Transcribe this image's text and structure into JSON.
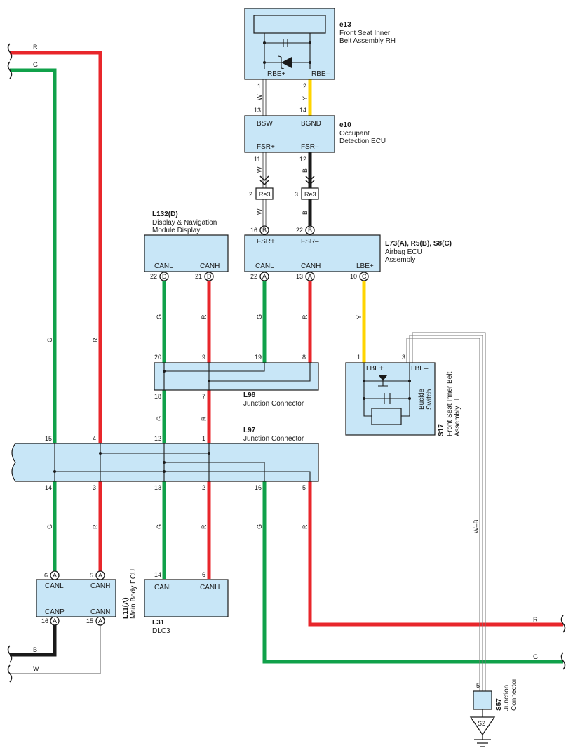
{
  "components": {
    "e13": {
      "code": "e13",
      "name1": "Front Seat Inner",
      "name2": "Belt Assembly RH",
      "pin_pos": "RBE+",
      "pin_neg": "RBE–",
      "pin1": "1",
      "pin2": "2"
    },
    "e10": {
      "code": "e10",
      "name1": "Occupant",
      "name2": "Detection ECU",
      "bsw": "BSW",
      "bgnd": "BGND",
      "fsr_pos": "FSR+",
      "fsr_neg": "FSR–",
      "p13": "13",
      "p14": "14",
      "p11": "11",
      "p12": "12"
    },
    "re3": {
      "label": "Re3",
      "p2": "2",
      "p3": "3"
    },
    "l132": {
      "code": "L132(D)",
      "name1": "Display & Navigation",
      "name2": "Module Display",
      "canl": "CANL",
      "canh": "CANH",
      "p22": "22",
      "p21": "21",
      "conn": "D"
    },
    "l73": {
      "code": "L73(A), R5(B), S8(C)",
      "name1": "Airbag ECU",
      "name2": "Assembly",
      "fsr_pos": "FSR+",
      "fsr_neg": "FSR–",
      "canl": "CANL",
      "canh": "CANH",
      "lbe": "LBE+",
      "p16": "16",
      "p22top": "22",
      "p22": "22",
      "p13": "13",
      "p10": "10",
      "conn_b": "B",
      "conn_a": "A",
      "conn_c": "C"
    },
    "l98": {
      "code": "L98",
      "name": "Junction Connector",
      "p20": "20",
      "p9": "9",
      "p19": "19",
      "p8": "8",
      "p18": "18",
      "p7": "7"
    },
    "l97": {
      "code": "L97",
      "name": "Junction Connector",
      "p15": "15",
      "p4": "4",
      "p12": "12",
      "p1": "1",
      "p14": "14",
      "p3": "3",
      "p13": "13",
      "p2": "2",
      "p16": "16",
      "p5": "5"
    },
    "s17": {
      "code": "S17",
      "name1": "Front Seat Inner Belt",
      "name2": "Assembly LH",
      "lbe_pos": "LBE+",
      "lbe_neg": "LBE–",
      "switch1": "Buckle",
      "switch2": "Switch",
      "p1": "1",
      "p3": "3"
    },
    "l11": {
      "code": "L11(A)",
      "name": "Main Body ECU",
      "canl": "CANL",
      "canh": "CANH",
      "canp": "CANP",
      "cann": "CANN",
      "p6": "6",
      "p5": "5",
      "p16": "16",
      "p15": "15",
      "conn": "A"
    },
    "l31": {
      "code": "L31",
      "name": "DLC3",
      "canl": "CANL",
      "canh": "CANH",
      "p14": "14",
      "p6": "6"
    },
    "s57": {
      "code": "S57",
      "name1": "Junction",
      "name2": "Connector",
      "p5": "5"
    },
    "s2": {
      "label": "S2"
    }
  },
  "wire_colors": {
    "R": "R",
    "G": "G",
    "W": "W",
    "Y": "Y",
    "B": "B",
    "WB": "W–B"
  },
  "palette": {
    "red": "#e8262b",
    "green": "#10a14a",
    "yellow": "#ffd400",
    "black": "#1a1a1a",
    "box": "#c8e6f7"
  }
}
